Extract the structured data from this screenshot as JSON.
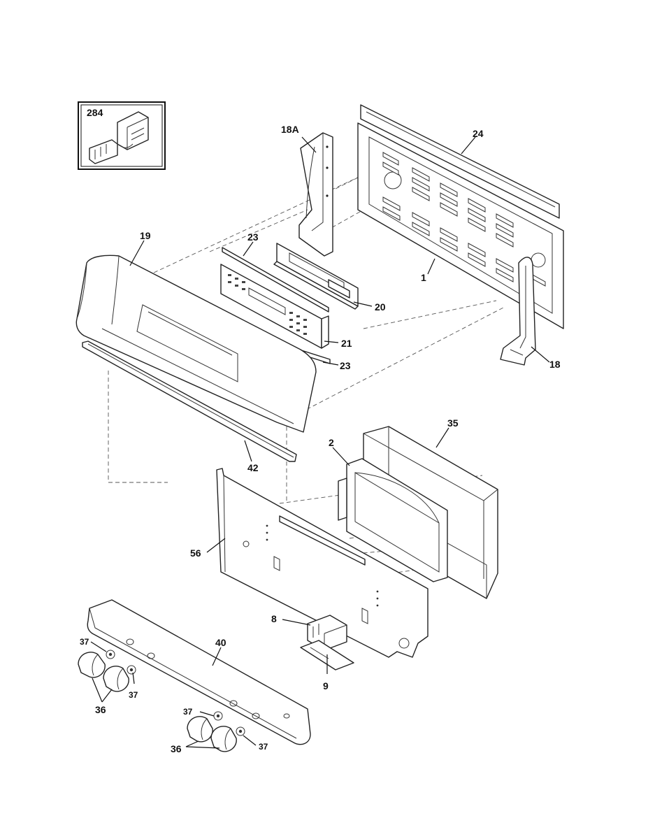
{
  "labels": {
    "p284": "284",
    "p18A": "18A",
    "p24": "24",
    "p19": "19",
    "p23a": "23",
    "p20": "20",
    "p1": "1",
    "p21": "21",
    "p23b": "23",
    "p18": "18",
    "p35": "35",
    "p2": "2",
    "p42": "42",
    "p56": "56",
    "p8": "8",
    "p9": "9",
    "p40": "40",
    "p37a": "37",
    "p37b": "37",
    "p36a": "36",
    "p37c": "37",
    "p37d": "37",
    "p36b": "36"
  }
}
